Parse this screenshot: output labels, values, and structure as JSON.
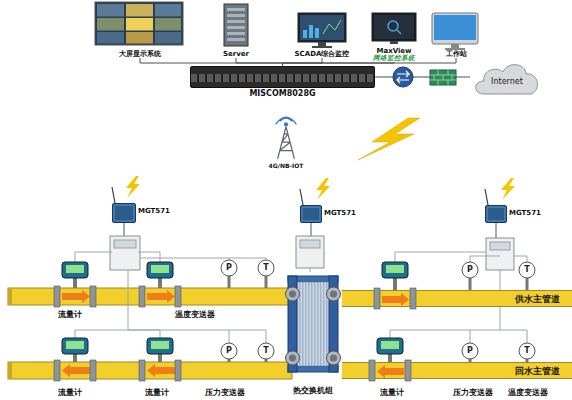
{
  "diagram": {
    "nodes": [
      {
        "text": [
          "大屏显示系统"
        ]
      },
      {
        "text": [
          "Server"
        ]
      },
      {
        "text": [
          "SCADA综合监控"
        ]
      },
      {
        "text": [
          "MaxView",
          "网络监控系统"
        ]
      },
      {
        "text": [
          "工作站"
        ]
      },
      {
        "text": [
          "MISCOM8028G"
        ]
      },
      {
        "text": [
          "Internet"
        ]
      },
      {
        "text": [
          "4G/NB-IOT"
        ]
      },
      {
        "text": [
          "MGT571"
        ]
      },
      {
        "text": [
          "MGT571"
        ]
      },
      {
        "text": [
          "MGT571"
        ]
      },
      {
        "text": [
          "热交换机组"
        ]
      },
      {
        "text": [
          "供水主管道"
        ]
      },
      {
        "text": [
          "回水主管道"
        ]
      }
    ],
    "edges": [
      {
        "from": 0,
        "to": 5,
        "arrow": "none"
      },
      {
        "from": 1,
        "to": 5,
        "arrow": "none"
      },
      {
        "from": 2,
        "to": 5,
        "arrow": "none"
      },
      {
        "from": 3,
        "to": 5,
        "arrow": "none"
      },
      {
        "from": 4,
        "to": 5,
        "arrow": "none"
      },
      {
        "from": 5,
        "to": 6,
        "arrow": "none"
      }
    ],
    "labels": [
      "P",
      "T",
      "P",
      "T",
      "流量计",
      "温度变送器",
      "P",
      "T",
      "P",
      "T",
      "流量计",
      "流量计",
      "压力变送器",
      "流量计",
      "压力变送器",
      "温度变送器"
    ]
  }
}
